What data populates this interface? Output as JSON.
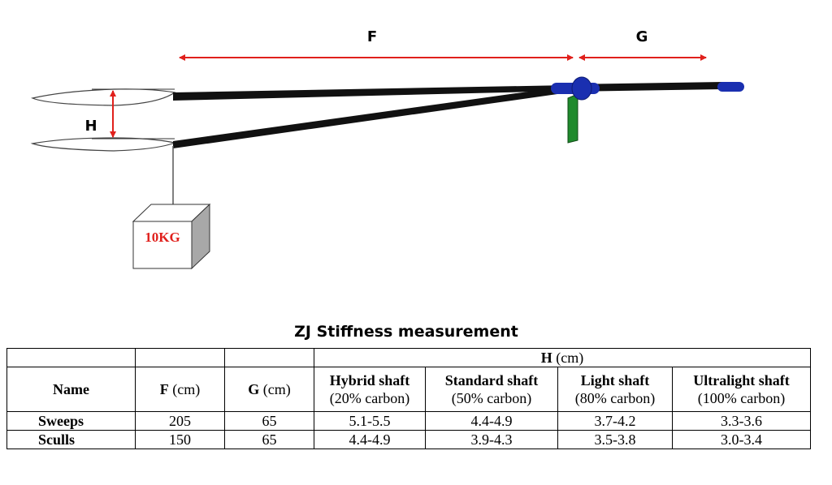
{
  "diagram": {
    "dimension_labels": {
      "f": "F",
      "g": "G",
      "h": "H"
    },
    "weight_label": "10KG",
    "colors": {
      "dimension_arrow": "#e0201c",
      "shaft": "#111111",
      "collar": "#1a2fb0",
      "support": "#1f8a2c",
      "weight_text": "#e0201c"
    }
  },
  "table": {
    "title": "ZJ Stiffness measurement",
    "h_group": {
      "name": "H",
      "unit": "(cm)"
    },
    "headers": {
      "name": "Name",
      "f": {
        "name": "F",
        "unit": "(cm)"
      },
      "g": {
        "name": "G",
        "unit": "(cm)"
      },
      "shafts": [
        {
          "name": "Hybrid shaft",
          "carbon": "(20% carbon)"
        },
        {
          "name": "Standard shaft",
          "carbon": "(50% carbon)"
        },
        {
          "name": "Light shaft",
          "carbon": "(80% carbon)"
        },
        {
          "name": "Ultralight shaft",
          "carbon": "(100% carbon)"
        }
      ]
    },
    "rows": [
      {
        "name": "Sweeps",
        "f": "205",
        "g": "65",
        "h": [
          "5.1-5.5",
          "4.4-4.9",
          "3.7-4.2",
          "3.3-3.6"
        ]
      },
      {
        "name": "Sculls",
        "f": "150",
        "g": "65",
        "h": [
          "4.4-4.9",
          "3.9-4.3",
          "3.5-3.8",
          "3.0-3.4"
        ]
      }
    ]
  }
}
